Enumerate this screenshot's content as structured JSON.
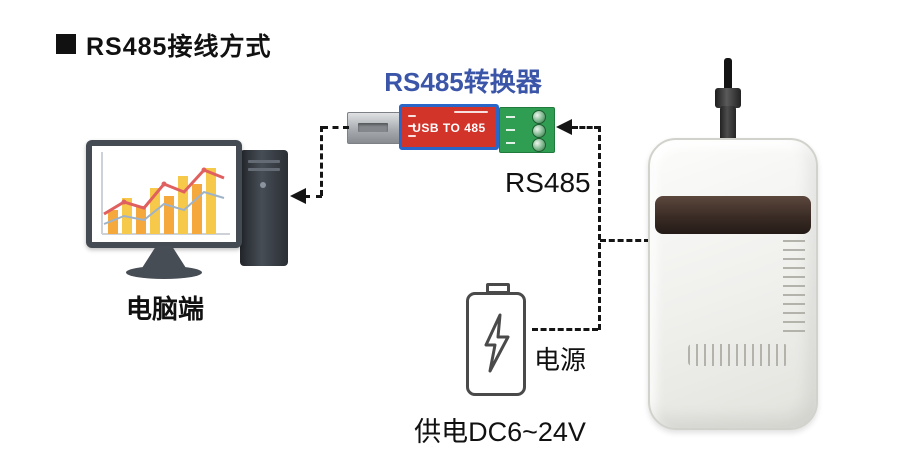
{
  "title": "RS485接线方式",
  "converter": {
    "label": "RS485转换器",
    "body_text": "USB TO 485"
  },
  "bus_label": "RS485",
  "computer": {
    "label": "电脑端"
  },
  "power": {
    "label": "电源",
    "supply_label": "供电DC6~24V"
  },
  "colors": {
    "accent_blue": "#3b55a8",
    "converter_red": "#d2342a",
    "converter_edge_blue": "#2a66c8",
    "terminal_green": "#2f9e52",
    "line_black": "#151515",
    "bar_orange": "#f5a93c",
    "bar_yellow": "#f7c94a"
  }
}
